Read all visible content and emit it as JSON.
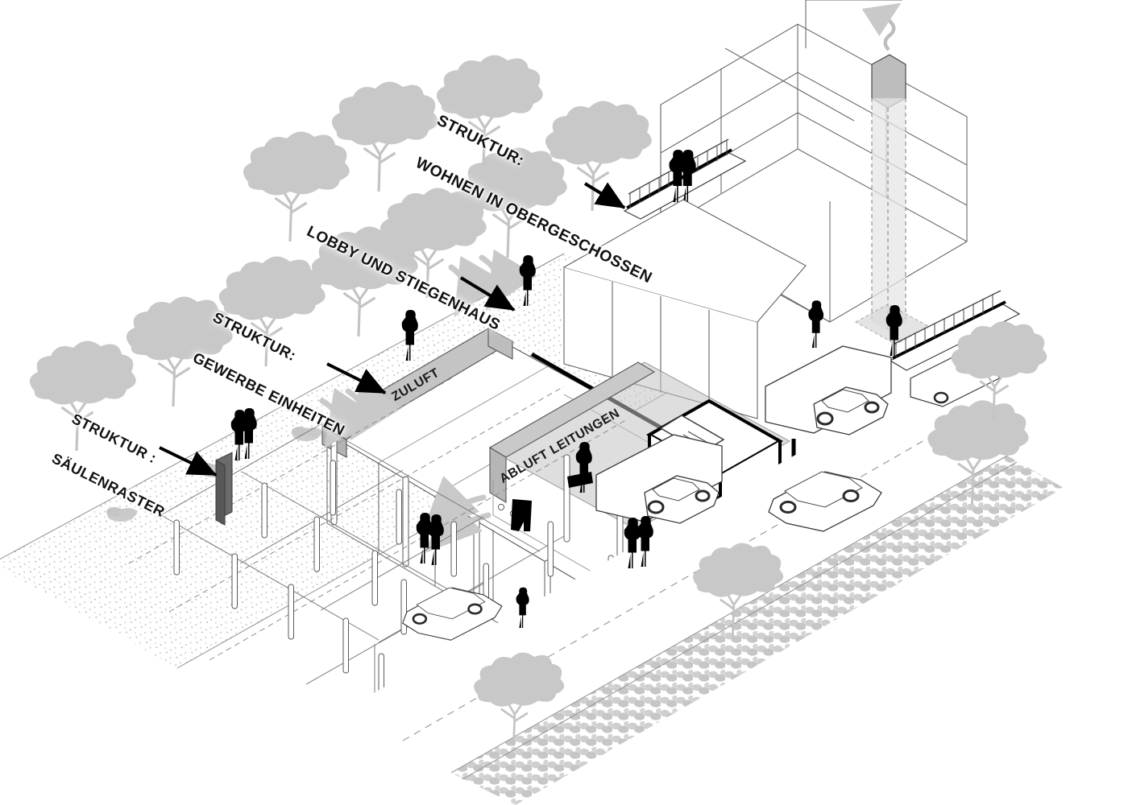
{
  "diagram": {
    "title": "Axonometrische Strukturdiagramm",
    "type": "architectural-axonometric-exploded-diagram",
    "background_color": "#ffffff",
    "line_color": "#3c3c3c",
    "accent_black": "#000000",
    "tree_gray": "#c8c8c8",
    "hedge_gray": "#cfcfcf",
    "duct_gray": "#c4c4c4",
    "highlight_slab_gray": "#6b6b6b",
    "airflow_arrow_gray": "#c9c9c9"
  },
  "annotations": [
    {
      "id": "wohnen",
      "line1": "STRUKTUR:",
      "line2": "WOHNEN IN OBERGESCHOSSEN",
      "target": "upper-floor residential wireframe volumes",
      "arrow": true
    },
    {
      "id": "lobby",
      "line1": "LOBBY UND STIEGENHAUS",
      "line2": "",
      "target": "lobby and stair core",
      "arrow": true
    },
    {
      "id": "gewerbe",
      "line1": "STRUKTUR:",
      "line2": "GEWERBE EINHEITEN",
      "target": "commercial units",
      "arrow": true
    },
    {
      "id": "saulen",
      "line1": "STRUKTUR :",
      "line2": "SÄULENRASTER",
      "target": "column grid slab",
      "arrow": true
    }
  ],
  "duct_labels": [
    {
      "id": "zuluft",
      "text": "ZULUFT"
    },
    {
      "id": "abluft",
      "text": "ABLUFT LEITUNGEN"
    }
  ],
  "scene_elements": {
    "residential_block": "wireframe stacked volumes, upper right",
    "exhaust_stack": "vertical shaft with smoke plume arrow at roof",
    "lobby_core": "bold black outlined stair and elevator core",
    "commercial_hall": "glazed ground floor hall with perimeter ducts",
    "column_grid": "regular field of slender round columns",
    "highlight_slab": "dark gray wall slab marked by the Säulenraster arrow",
    "walkways": "two balustraded elevated walkways right side",
    "vehicles": [
      "delivery truck",
      "delivery truck",
      "sedan car",
      "parked hatchback"
    ],
    "figures": 13,
    "landscape": "tree canopies, shrubs, stippled ground and hedge strip"
  }
}
